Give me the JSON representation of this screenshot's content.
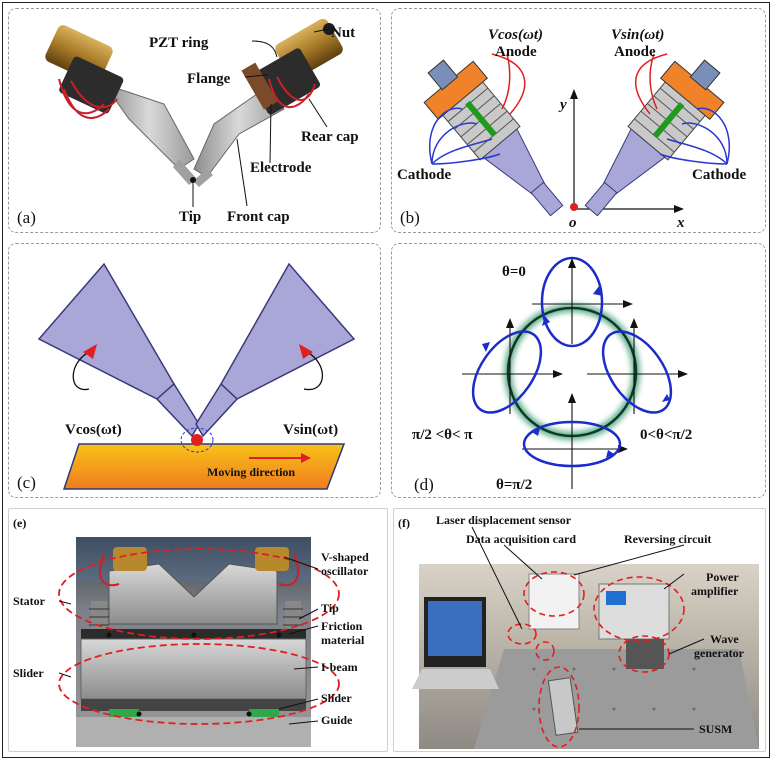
{
  "panel_a": {
    "label": "(a)",
    "parts": {
      "pzt_ring": "PZT ring",
      "nut": "Nut",
      "flange": "Flange",
      "rear_cap": "Rear cap",
      "electrode": "Electrode",
      "tip": "Tip",
      "front_cap": "Front cap"
    }
  },
  "panel_b": {
    "label": "(b)",
    "left_voltage": "Vcos(ωt)",
    "right_voltage": "Vsin(ωt)",
    "left_anode": "Anode",
    "right_anode": "Anode",
    "left_cathode": "Cathode",
    "right_cathode": "Cathode",
    "axis_y": "y",
    "axis_x": "x",
    "origin": "o"
  },
  "panel_c": {
    "label": "(c)",
    "left_voltage": "Vcos(ωt)",
    "right_voltage": "Vsin(ωt)",
    "moving_direction": "Moving direction"
  },
  "panel_d": {
    "label": "(d)",
    "theta_top": "θ=0",
    "theta_left": "π/2 <θ< π",
    "theta_right": "0<θ<π/2",
    "theta_bottom": "θ=π/2"
  },
  "panel_e": {
    "label": "(e)",
    "stator": "Stator",
    "slider_left": "Slider",
    "v_shaped_1": "V-shaped",
    "v_shaped_2": "oscillator",
    "tip": "Tip",
    "friction_1": "Friction",
    "friction_2": "material",
    "i_beam": "I-beam",
    "slider_right": "Slider",
    "guide": "Guide"
  },
  "panel_f": {
    "label": "(f)",
    "laser": "Laser displacement sensor",
    "daq": "Data acquisition card",
    "reversing": "Reversing circuit",
    "power_1": "Power",
    "power_2": "amplifier",
    "wave_1": "Wave",
    "wave_2": "generator",
    "susm": "SUSM"
  },
  "colors": {
    "horn": "#a9a6d8",
    "horn_stroke": "#3a3a7a",
    "anode_wire": "#e02020",
    "cathode_wire": "#2a3ad0",
    "electrode": "#1f9a1f",
    "copper": "#f0822a",
    "orbit": "#1c2cc8",
    "ring_glow": "#1e8a5a",
    "slider_top": "#f7a21b",
    "slider_bottom": "#f07c1c",
    "dashed_red": "#e02020"
  }
}
